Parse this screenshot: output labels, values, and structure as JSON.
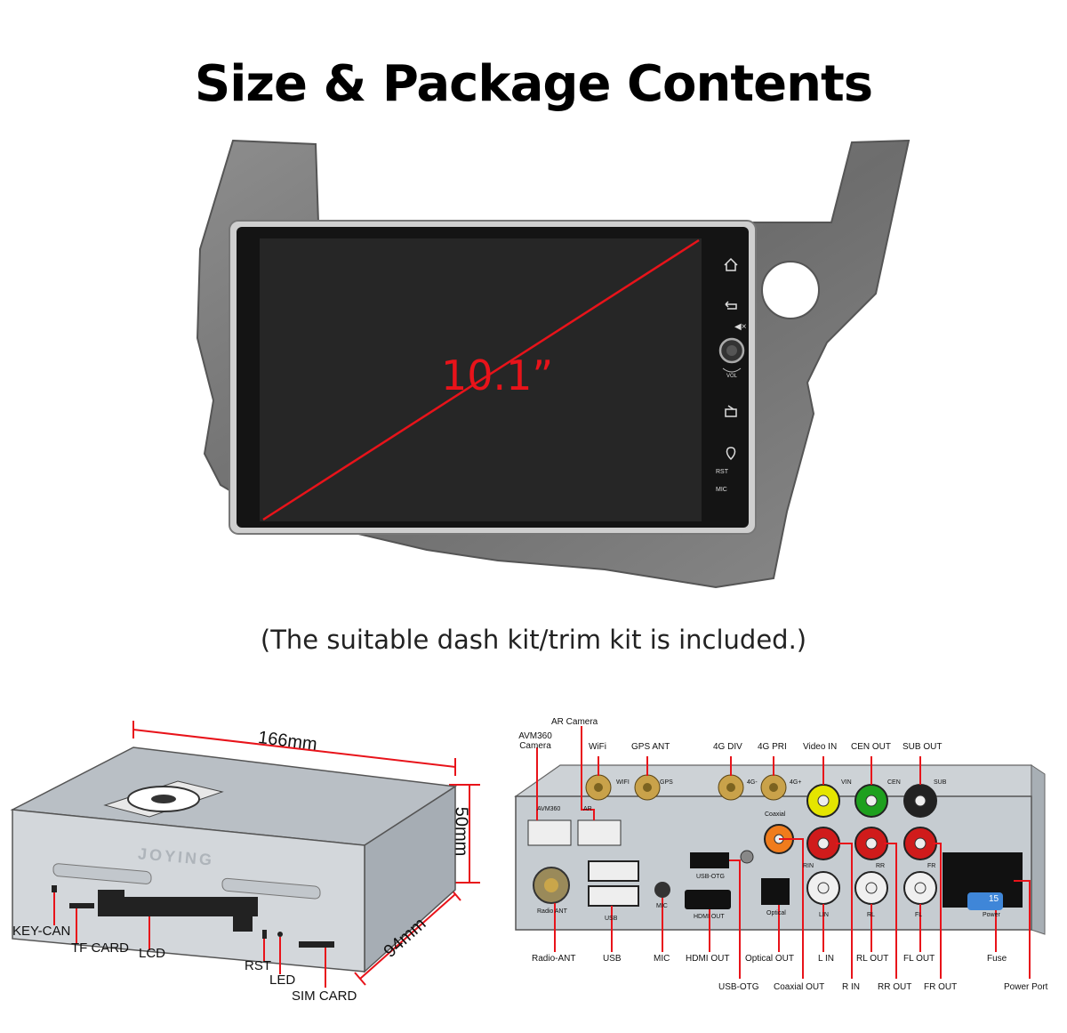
{
  "title": "Size & Package Contents",
  "caption": "(The suitable dash kit/trim kit is included.)",
  "screen": {
    "diagonal_label": "10.1”",
    "buttons": [
      "RST",
      "MIC"
    ],
    "vol_label": "VOL",
    "icons": [
      "home-icon",
      "back-icon",
      "mute-icon",
      "volume-knob",
      "radio-icon",
      "navigation-icon"
    ]
  },
  "unit": {
    "dimensions": {
      "width": "166mm",
      "height": "50mm",
      "depth": "94mm"
    },
    "front_labels": [
      "KEY-CAN",
      "TF CARD",
      "LCD",
      "RST",
      "LED",
      "SIM CARD"
    ],
    "brand_emboss": "JOYING"
  },
  "rear": {
    "top_labels": [
      "AR Camera",
      "AVM360 Camera",
      "WiFi",
      "GPS ANT",
      "4G DIV",
      "4G PRI",
      "Video IN",
      "CEN OUT",
      "SUB OUT"
    ],
    "bottom_labels_row1": [
      "Radio-ANT",
      "USB",
      "MIC",
      "HDMI OUT",
      "Optical OUT",
      "L IN",
      "RL OUT",
      "FL OUT",
      "Fuse"
    ],
    "bottom_labels_row2": [
      "USB-OTG",
      "Coaxial OUT",
      "R IN",
      "RR OUT",
      "FR OUT",
      "Power Port"
    ],
    "panel_labels": {
      "wifi": "WIFI",
      "gps": "GPS",
      "g4a": "4G-",
      "g4b": "4G+",
      "vin": "VIN",
      "cen": "CEN",
      "sub": "SUB",
      "avm": "AVM360",
      "ar": "AR",
      "coaxial": "Coaxial",
      "rin": "RIN",
      "rr": "RR",
      "fr": "FR",
      "radio": "Radio ANT",
      "usb": "USB",
      "usbotg": "USB-OTG",
      "mic": "MIC",
      "hdmi": "HDMI OUT",
      "optical": "Optical",
      "lin": "LIN",
      "rl": "RL",
      "fl": "FL",
      "power": "Power",
      "fuse_value": "15"
    }
  },
  "colors": {
    "accent_red": "#e8131a",
    "trim": "#7a7a7a",
    "screen": "#1c1c1c",
    "metal": "#c9cdd2"
  }
}
